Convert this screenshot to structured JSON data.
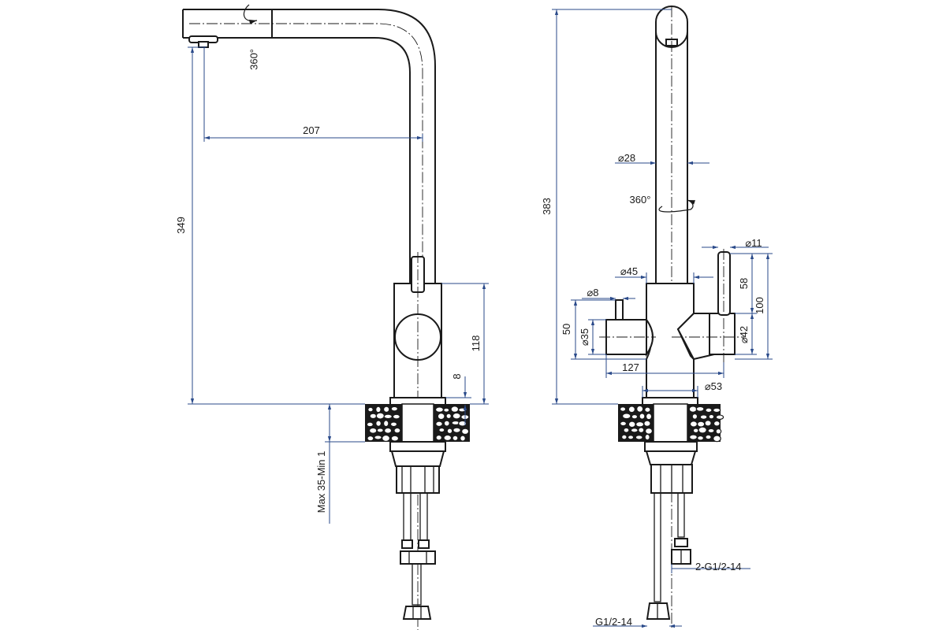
{
  "left_view": {
    "rotation_label": "360°",
    "dim_reach": "207",
    "dim_height": "349",
    "dim_body": "118",
    "dim_base": "8",
    "dim_counter": "Max 35-Min 1"
  },
  "right_view": {
    "dim_total_height": "383",
    "dim_spout_dia": "⌀28",
    "rotation_label": "360°",
    "dim_handle_dia": "⌀11",
    "dim_body_dia": "⌀45",
    "dim_knob_dia": "⌀8",
    "dim_58": "58",
    "dim_100": "100",
    "dim_50": "50",
    "dim_35": "⌀35",
    "dim_42": "⌀42",
    "dim_127": "127",
    "dim_base_dia": "⌀53",
    "thread_hot_cold": "2-G1/2-14",
    "thread_filter": "G1/2-14"
  },
  "colors": {
    "line": "#1a1a1a",
    "dimension": "#2a4a8a"
  }
}
